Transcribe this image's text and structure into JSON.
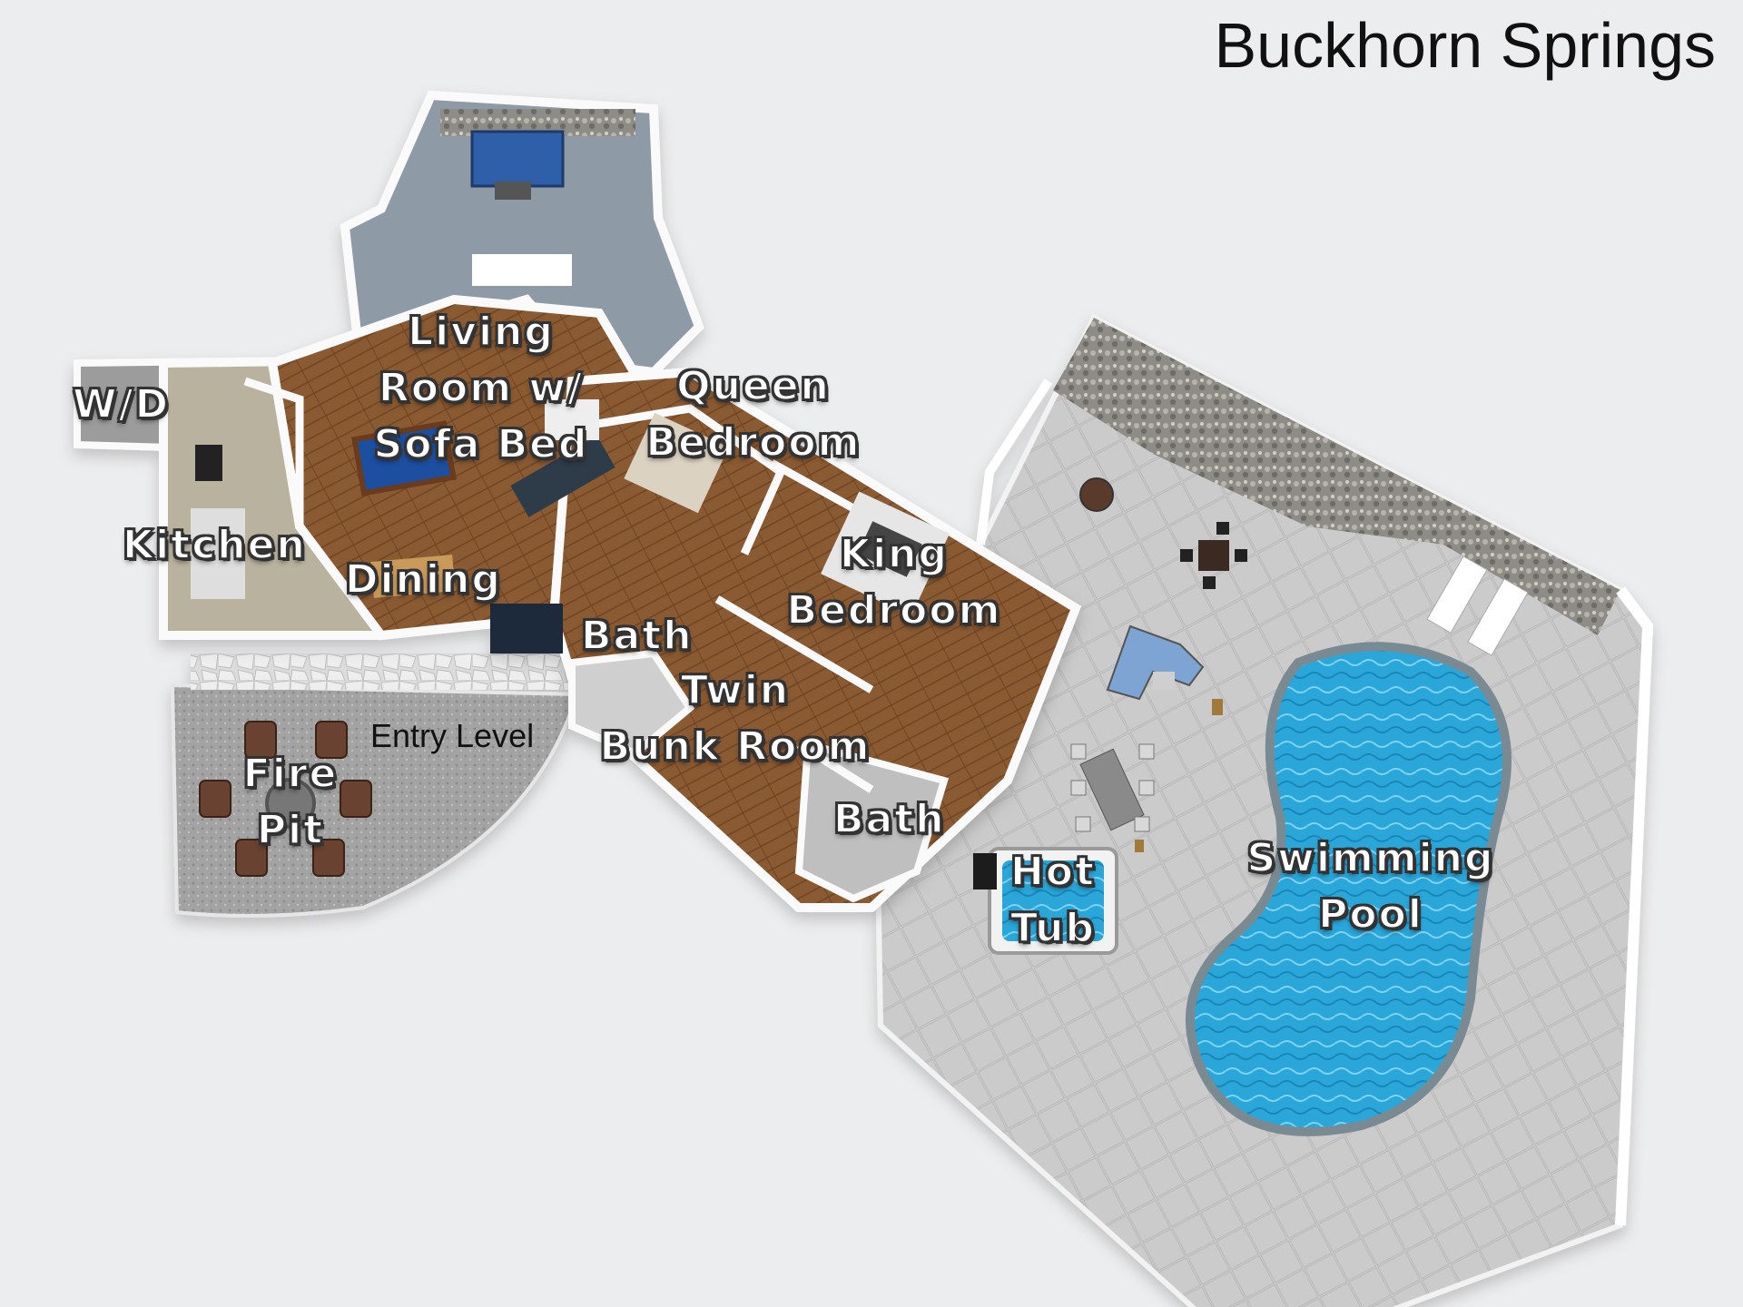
{
  "title": "Buckhorn Springs",
  "level_label": "Entry Level",
  "rooms": {
    "wd": "W/D",
    "living": "Living\nRoom w/\nSofa Bed",
    "queen": "Queen\nBedroom",
    "kitchen": "Kitchen",
    "dining": "Dining",
    "king": "King\nBedroom",
    "bath_upper": "Bath",
    "twin": "Twin\nBunk Room",
    "bath_lower": "Bath",
    "fire_pit": "Fire\nPit",
    "hot_tub": "Hot\nTub",
    "pool": "Swimming\nPool"
  },
  "colors": {
    "background": "#ecedee",
    "floor_wood": "#8a5a32",
    "deck_stone": "#c9c9c9",
    "pool_water": "#2aa6d9",
    "gravel": "#9a9a9a",
    "wall": "#f7f7f7"
  }
}
